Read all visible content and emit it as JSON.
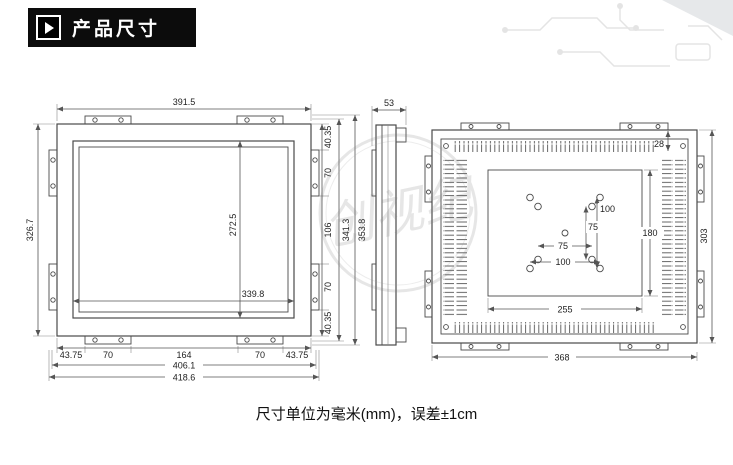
{
  "header": {
    "title": "产品尺寸"
  },
  "note": "尺寸单位为毫米(mm)，误差±1cm",
  "watermark": "创视纪",
  "front_view": {
    "top_width": "391.5",
    "left_height": "326.7",
    "screen_height": "272.5",
    "screen_width": "339.8",
    "right_chain": [
      "40.35",
      "70",
      "106",
      "70",
      "40.35"
    ],
    "right_total_inner": "341.3",
    "right_total_outer": "353.8",
    "bottom_chain": [
      "43.75",
      "70",
      "164",
      "70",
      "43.75"
    ],
    "bottom_total_inner": "406.1",
    "bottom_total_outer": "418.6"
  },
  "side_view": {
    "depth": "53"
  },
  "rear_view": {
    "overall_width": "368",
    "overall_height": "303",
    "plate_width": "255",
    "plate_height": "180",
    "vesa_vertical_100": "100",
    "vesa_vertical_75": "75",
    "vesa_horizontal_75": "75",
    "vesa_horizontal_100": "100",
    "top_vent_inset": "28"
  },
  "colors": {
    "header_bg": "#0c0c0c",
    "line": "#4a4a4a"
  }
}
